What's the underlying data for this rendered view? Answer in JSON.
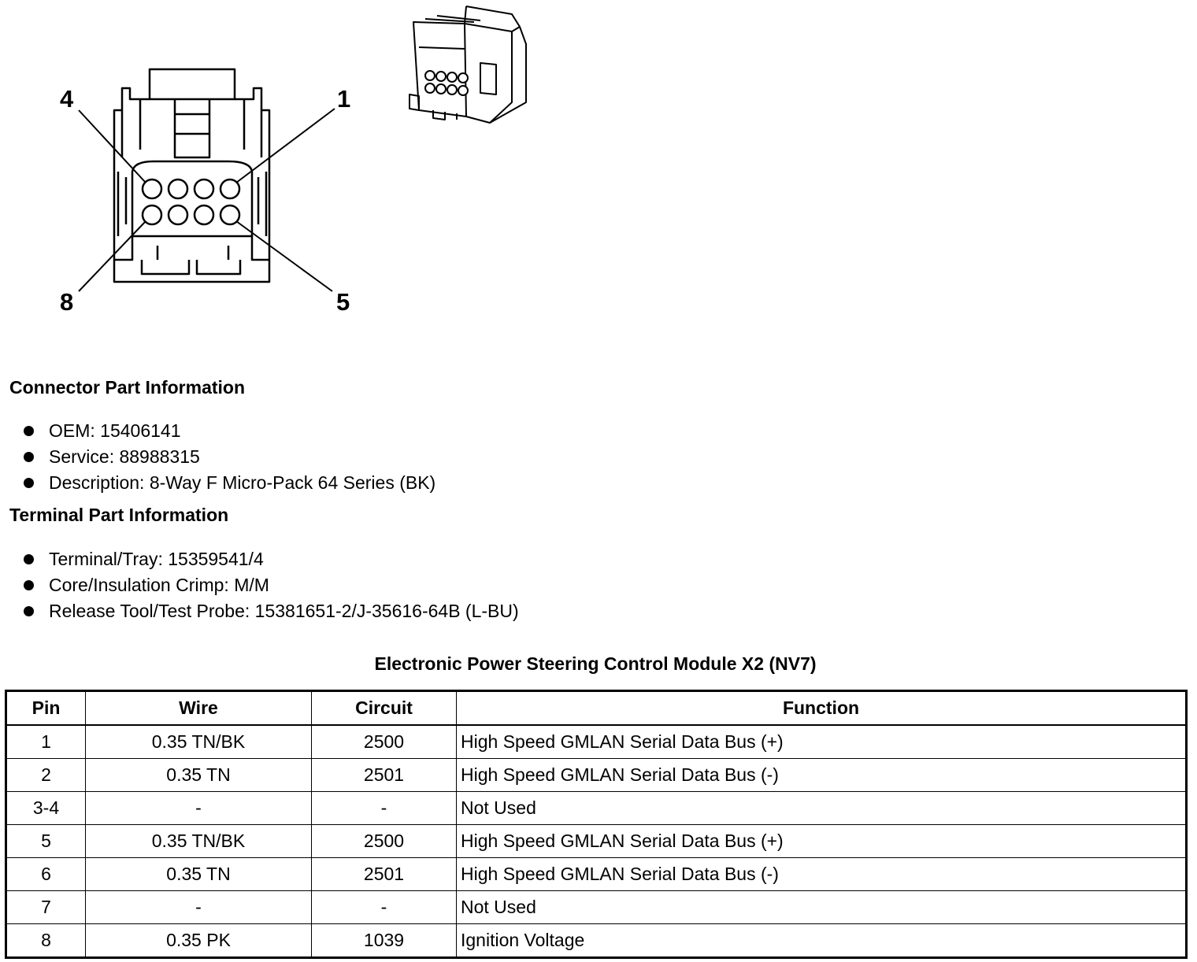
{
  "diagram": {
    "pin_labels": {
      "top_left": "4",
      "top_right": "1",
      "bottom_left": "8",
      "bottom_right": "5"
    }
  },
  "connector_info": {
    "title": "Connector Part Information",
    "items": [
      "OEM: 15406141",
      "Service: 88988315",
      "Description: 8-Way F Micro-Pack 64 Series (BK)"
    ]
  },
  "terminal_info": {
    "title": "Terminal Part Information",
    "items": [
      "Terminal/Tray: 15359541/4",
      "Core/Insulation Crimp: M/M",
      "Release Tool/Test Probe: 15381651-2/J-35616-64B (L-BU)"
    ]
  },
  "table": {
    "title": "Electronic Power Steering Control Module X2 (NV7)",
    "headers": {
      "pin": "Pin",
      "wire": "Wire",
      "circuit": "Circuit",
      "function": "Function"
    },
    "rows": [
      {
        "pin": "1",
        "wire": "0.35 TN/BK",
        "circuit": "2500",
        "function": "High Speed GMLAN Serial Data Bus (+)"
      },
      {
        "pin": "2",
        "wire": "0.35 TN",
        "circuit": "2501",
        "function": "High Speed GMLAN Serial Data Bus (-)"
      },
      {
        "pin": "3-4",
        "wire": "-",
        "circuit": "-",
        "function": "Not Used"
      },
      {
        "pin": "5",
        "wire": "0.35 TN/BK",
        "circuit": "2500",
        "function": "High Speed GMLAN Serial Data Bus (+)"
      },
      {
        "pin": "6",
        "wire": "0.35 TN",
        "circuit": "2501",
        "function": "High Speed GMLAN Serial Data Bus (-)"
      },
      {
        "pin": "7",
        "wire": "-",
        "circuit": "-",
        "function": "Not Used"
      },
      {
        "pin": "8",
        "wire": "0.35 PK",
        "circuit": "1039",
        "function": "Ignition Voltage"
      }
    ]
  }
}
